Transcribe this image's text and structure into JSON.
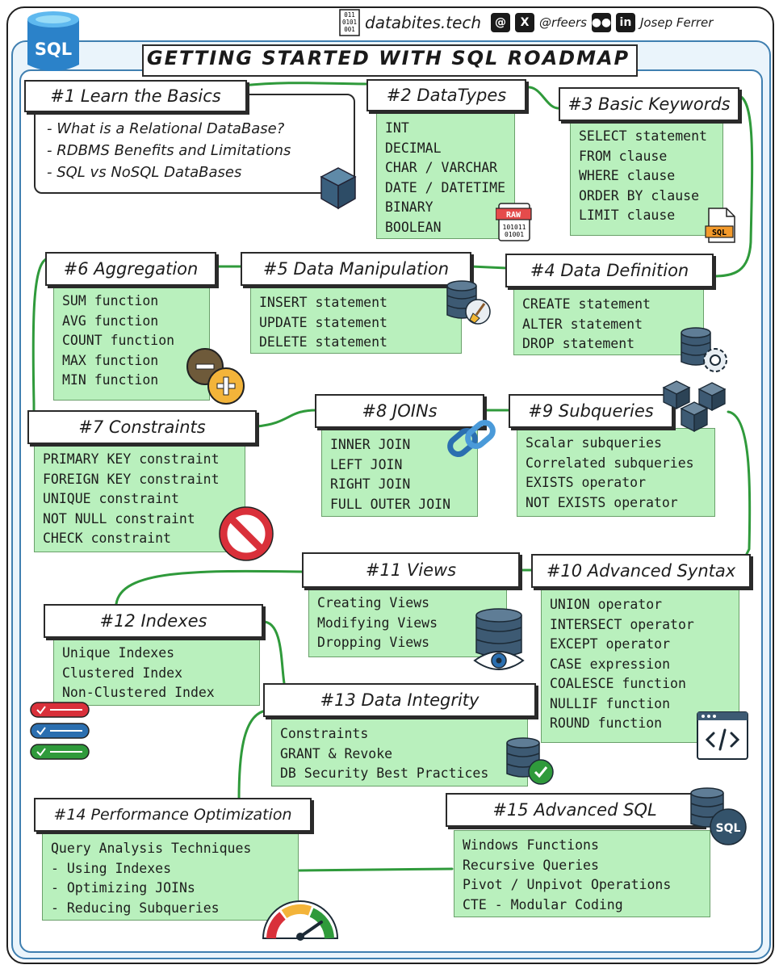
{
  "header": {
    "title": "GETTING STARTED WITH SQL ROADMAP",
    "site": "databites.tech",
    "handle": "@rfeers",
    "author": "Josep Ferrer",
    "logo_text": "SQL"
  },
  "nodes": {
    "n1": {
      "title": "#1 Learn the Basics",
      "items": [
        "- What is a Relational DataBase?",
        "- RDBMS Benefits and Limitations",
        "- SQL vs NoSQL DataBases"
      ]
    },
    "n2": {
      "title": "#2 DataTypes",
      "items": [
        "INT",
        "DECIMAL",
        "CHAR / VARCHAR",
        "DATE / DATETIME",
        "BINARY",
        "BOOLEAN"
      ]
    },
    "n3": {
      "title": "#3 Basic Keywords",
      "items": [
        "SELECT statement",
        "FROM clause",
        "WHERE clause",
        "ORDER BY clause",
        "LIMIT clause"
      ]
    },
    "n4": {
      "title": "#4 Data Definition",
      "items": [
        "CREATE statement",
        "ALTER statement",
        "DROP statement"
      ]
    },
    "n5": {
      "title": "#5 Data Manipulation",
      "items": [
        "INSERT statement",
        "UPDATE statement",
        "DELETE statement"
      ]
    },
    "n6": {
      "title": "#6 Aggregation",
      "items": [
        "SUM function",
        "AVG function",
        "COUNT function",
        "MAX function",
        "MIN function"
      ]
    },
    "n7": {
      "title": "#7 Constraints",
      "items": [
        "PRIMARY KEY constraint",
        "FOREIGN KEY constraint",
        "UNIQUE constraint",
        "NOT NULL constraint",
        "CHECK constraint"
      ]
    },
    "n8": {
      "title": "#8 JOINs",
      "items": [
        "INNER JOIN",
        "LEFT JOIN",
        "RIGHT JOIN",
        "FULL OUTER JOIN"
      ]
    },
    "n9": {
      "title": "#9 Subqueries",
      "items": [
        "Scalar subqueries",
        "Correlated subqueries",
        "EXISTS operator",
        "NOT EXISTS operator"
      ]
    },
    "n10": {
      "title": "#10 Advanced Syntax",
      "items": [
        "UNION operator",
        "INTERSECT operator",
        "EXCEPT operator",
        "CASE expression",
        "COALESCE function",
        "NULLIF function",
        "ROUND function"
      ]
    },
    "n11": {
      "title": "#11 Views",
      "items": [
        "Creating Views",
        "Modifying Views",
        "Dropping Views"
      ]
    },
    "n12": {
      "title": "#12 Indexes",
      "items": [
        "Unique Indexes",
        "Clustered Index",
        "Non-Clustered Index"
      ]
    },
    "n13": {
      "title": "#13 Data Integrity",
      "items": [
        "Constraints",
        "GRANT & Revoke",
        "DB Security Best Practices"
      ]
    },
    "n14": {
      "title": "#14 Performance Optimization",
      "items": [
        "Query Analysis Techniques",
        "- Using Indexes",
        "- Optimizing JOINs",
        "- Reducing Subqueries"
      ]
    },
    "n15": {
      "title": "#15 Advanced SQL",
      "items": [
        "Windows Functions",
        "Recursive Queries",
        "Pivot / Unpivot Operations",
        "CTE - Modular Coding"
      ]
    }
  },
  "icons": {
    "raw_label": "RAW",
    "raw_bits": "101011",
    "raw_bits2": "01001",
    "file_label": "SQL",
    "db_badge": "SQL",
    "binary_bits": [
      "011",
      "0101",
      "001"
    ],
    "colors": {
      "green_line": "#2f9a3b",
      "box_green": "#b9f0bd",
      "accent_blue": "#3f7fb0",
      "db_slate": "#3d5a73"
    }
  }
}
